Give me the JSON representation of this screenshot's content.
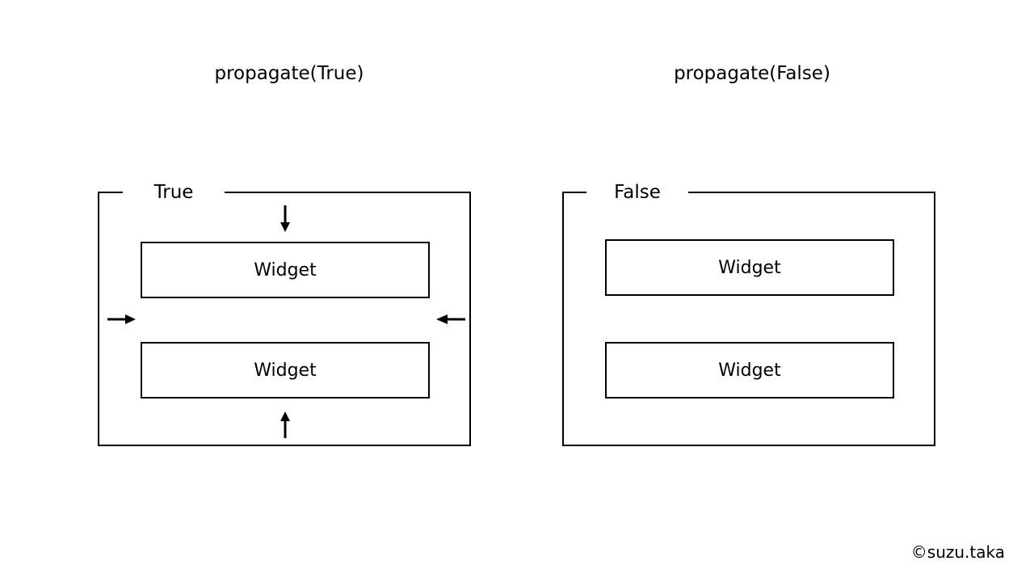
{
  "panels": [
    {
      "heading": "propagate(True)",
      "frame_label": "True",
      "widgets": [
        "Widget",
        "Widget"
      ],
      "arrows": [
        "arrow-down",
        "arrow-right",
        "arrow-left",
        "arrow-up"
      ]
    },
    {
      "heading": "propagate(False)",
      "frame_label": "False",
      "widgets": [
        "Widget",
        "Widget"
      ]
    }
  ],
  "copyright": "©suzu.taka",
  "colors": {
    "stroke": "#000000",
    "background": "#ffffff"
  }
}
